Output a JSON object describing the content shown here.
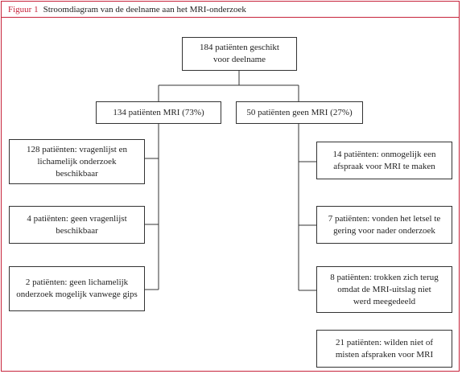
{
  "caption": {
    "label": "Figuur 1",
    "title": "Stroomdiagram van de deelname aan het MRI-onderzoek"
  },
  "nodes": {
    "root": "184 patiënten geschikt voor deelname",
    "mri": "134 patiënten MRI (73%)",
    "no_mri": "50 patiënten geen MRI (27%)",
    "mri_1": "128 patiënten: vragenlijst en lichamelijk onderzoek beschikbaar",
    "mri_2": "4 patiënten: geen vragenlijst beschikbaar",
    "mri_3": "2 patiënten: geen lichamelijk onderzoek mogelijk vanwege gips",
    "no_mri_1": "14 patiënten: onmogelijk een afspraak voor MRI te maken",
    "no_mri_2": "7 patiënten: vonden het letsel te gering voor nader onderzoek",
    "no_mri_3": "8 patiënten: trokken zich terug omdat de MRI-uitslag niet werd meegedeeld",
    "no_mri_4": "21 patiënten: wilden niet of misten afspraken voor MRI"
  }
}
